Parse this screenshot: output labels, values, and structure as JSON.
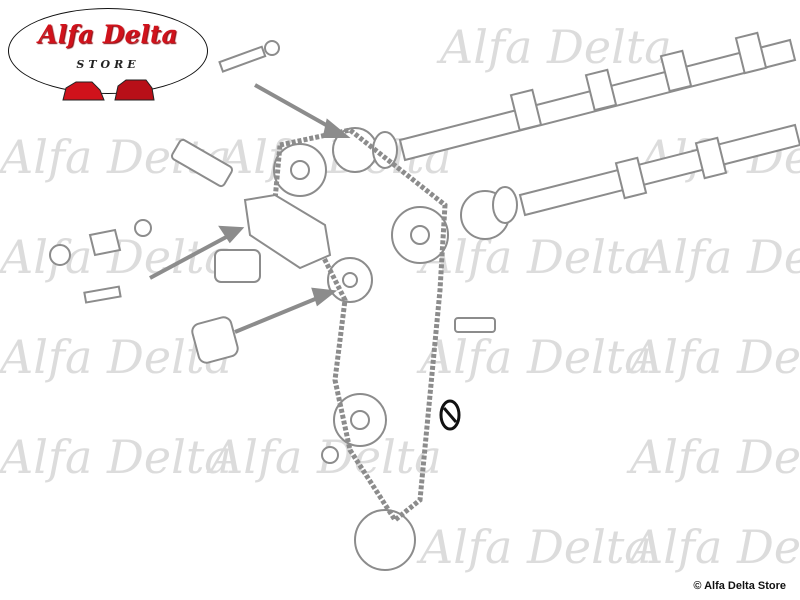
{
  "logo": {
    "brand": "Alfa Delta",
    "subtitle": "STORE"
  },
  "watermark": {
    "text": "Alfa Delta"
  },
  "copyright": "© Alfa Delta Store",
  "diagram": {
    "title_hidden": null,
    "highlighted_part": "chain-tensioner-washer",
    "colors": {
      "line": "#8c8c8c",
      "highlight": "#111111",
      "brand_red": "#d0121b"
    }
  }
}
